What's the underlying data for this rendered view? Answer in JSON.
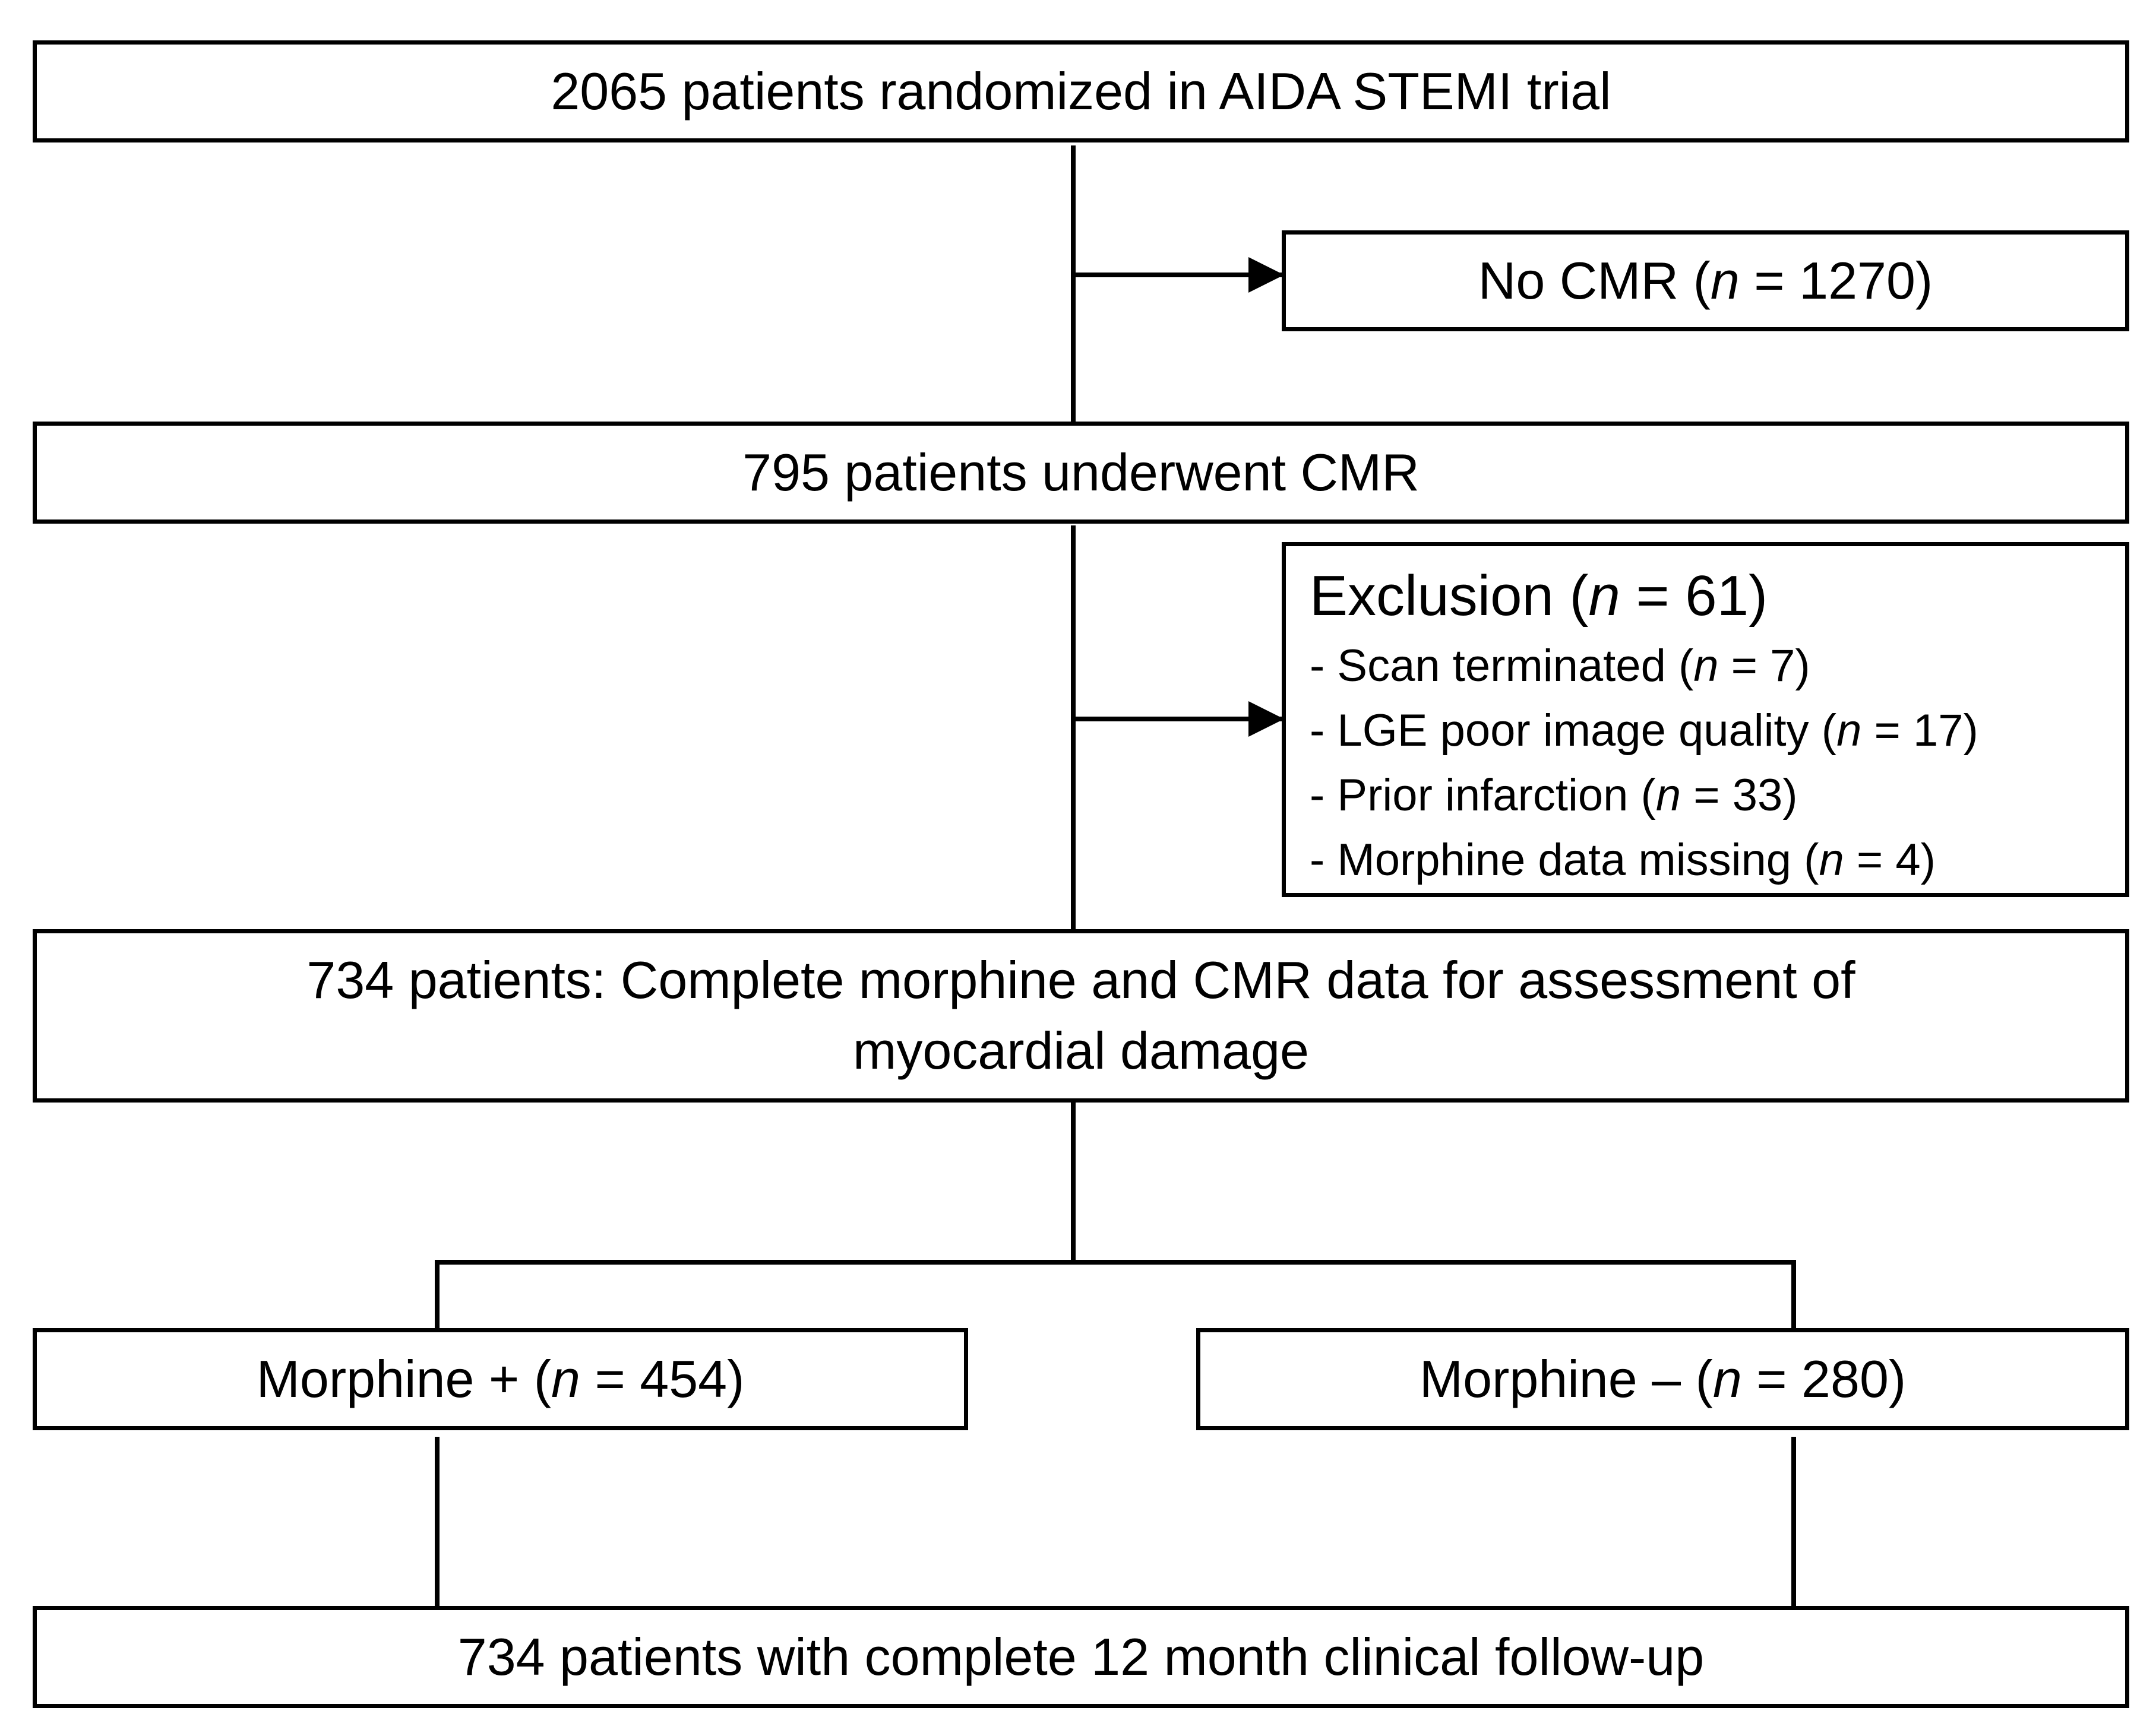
{
  "box_randomized": {
    "text": "2065 patients randomized in AIDA STEMI trial"
  },
  "box_no_cmr": {
    "prefix": "No CMR (",
    "n": "n",
    "suffix": " = 1270)"
  },
  "box_underwent_cmr": {
    "text": "795 patients underwent CMR"
  },
  "box_exclusion": {
    "title_prefix": "Exclusion (",
    "title_n": "n",
    "title_suffix": " = 61)",
    "items": [
      {
        "prefix": "- Scan terminated (",
        "n": "n",
        "suffix": " = 7)"
      },
      {
        "prefix": "- LGE poor image quality (",
        "n": "n",
        "suffix": " = 17)"
      },
      {
        "prefix": "- Prior infarction (",
        "n": "n",
        "suffix": " = 33)"
      },
      {
        "prefix": "- Morphine data missing (",
        "n": "n",
        "suffix": " = 4)"
      }
    ]
  },
  "box_complete": {
    "line1": "734 patients: Complete morphine and CMR data for assessment of",
    "line2": "myocardial damage"
  },
  "box_morphine_plus": {
    "prefix": "Morphine + (",
    "n": "n",
    "suffix": " = 454)"
  },
  "box_morphine_minus": {
    "prefix": "Morphine – (",
    "n": "n",
    "suffix": " = 280)"
  },
  "box_followup": {
    "text": "734 patients with complete 12 month clinical follow-up"
  }
}
